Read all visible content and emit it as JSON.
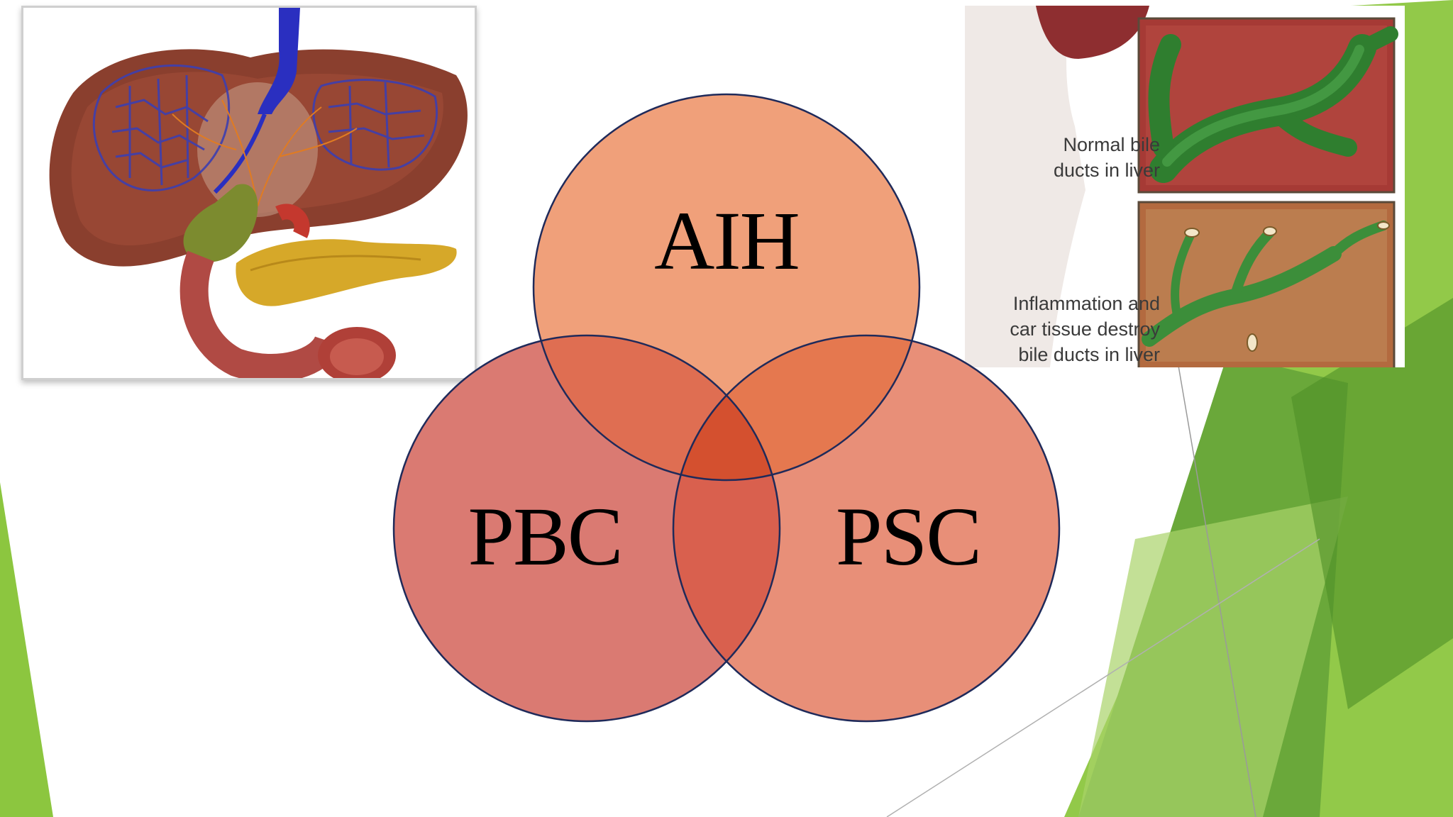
{
  "slide": {
    "theme_colors": {
      "accent_green": "#8cc63f",
      "dark_green": "#5e9e2f",
      "circle_outline": "#1f2a5a"
    }
  },
  "venn": {
    "circles": [
      {
        "label": "AIH",
        "color": "#f0a07a"
      },
      {
        "label": "PBC",
        "color": "#da7a72"
      },
      {
        "label": "PSC",
        "color": "#e88f78"
      }
    ],
    "overlap_colors": {
      "aih_pbc": "#df6e52",
      "aih_psc": "#e5784f",
      "pbc_psc": "#d9604e",
      "center": "#d4502f"
    }
  },
  "images": {
    "liver_anatomy": {
      "icon": "liver-anatomy-illustration"
    },
    "bile_ducts": {
      "icon": "bile-duct-comparison-illustration",
      "normal_caption": "Normal bile\nducts in liver",
      "damaged_caption": "Inflammation and\ncar tissue destroy\nbile ducts in liver"
    }
  }
}
